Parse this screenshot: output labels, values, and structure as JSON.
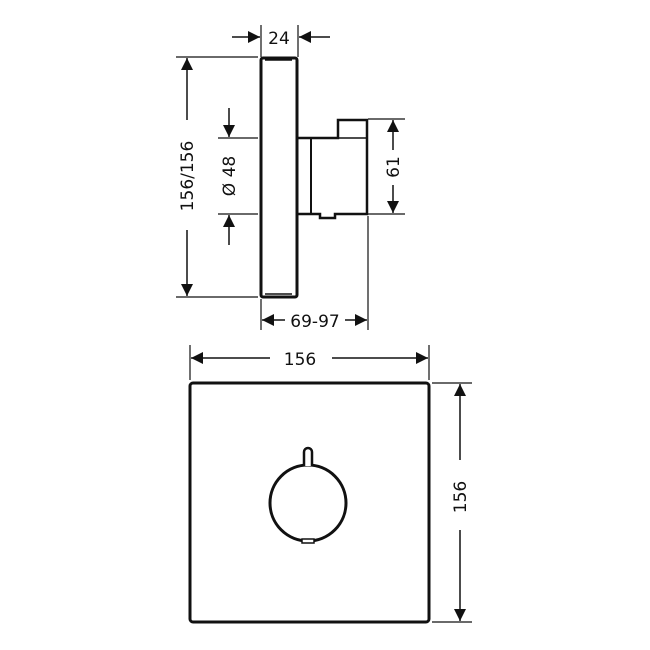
{
  "side_view": {
    "depth_label": "24",
    "height_label": "156/156",
    "diameter_label": "Ø 48",
    "body_height_label": "61",
    "projection_label": "69-97"
  },
  "front_view": {
    "width_label": "156",
    "height_label": "156"
  },
  "colors": {
    "line": "#111111",
    "background": "#ffffff"
  }
}
